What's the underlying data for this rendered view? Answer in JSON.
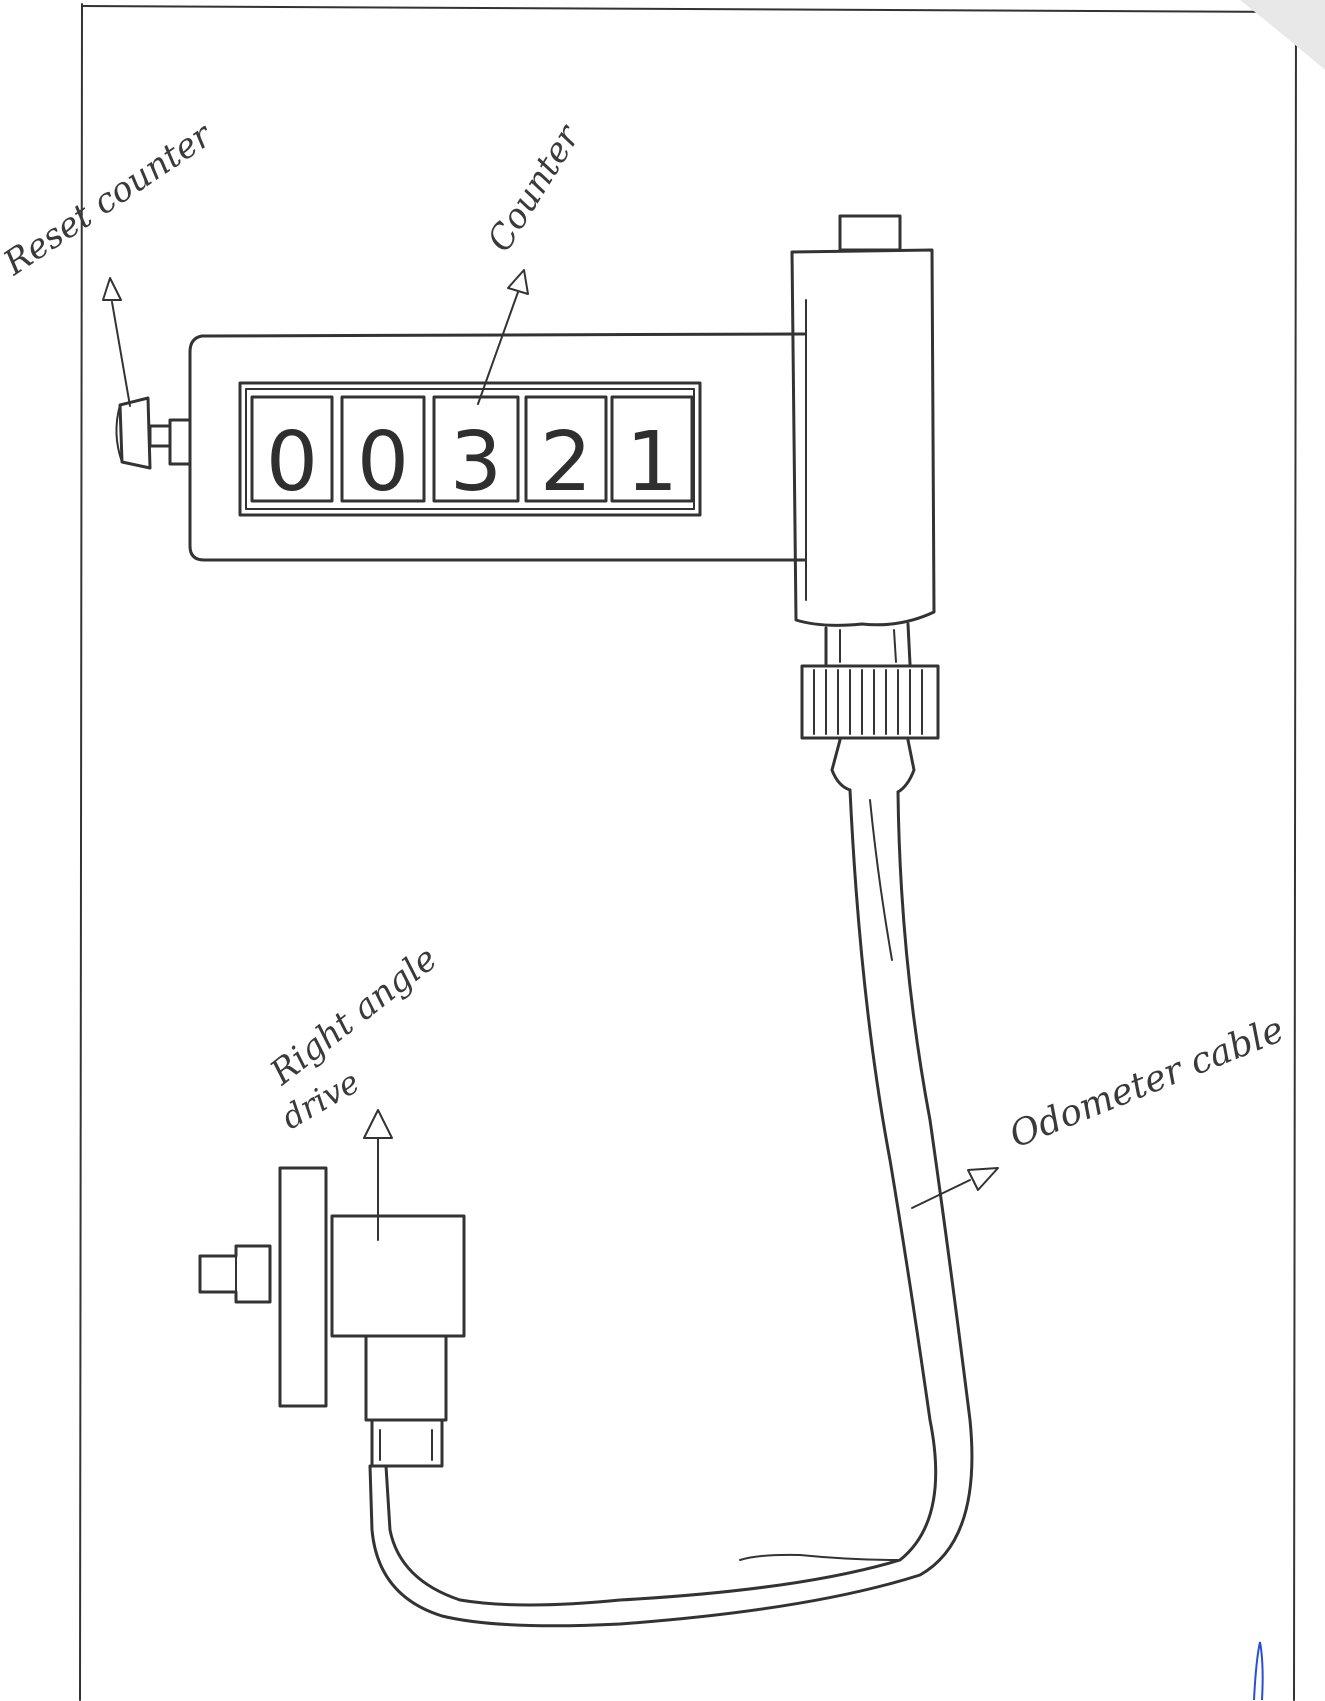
{
  "labels": {
    "reset_counter": "Reset counter",
    "counter": "Counter",
    "right_angle": "Right angle",
    "drive": "drive",
    "odometer_cable": "Odometer cable"
  },
  "counter_digits": [
    "0",
    "0",
    "3",
    "2",
    "1"
  ],
  "colors": {
    "ink": "#333333",
    "pen_mark": "#2a4fd6",
    "paper": "#ffffff"
  }
}
